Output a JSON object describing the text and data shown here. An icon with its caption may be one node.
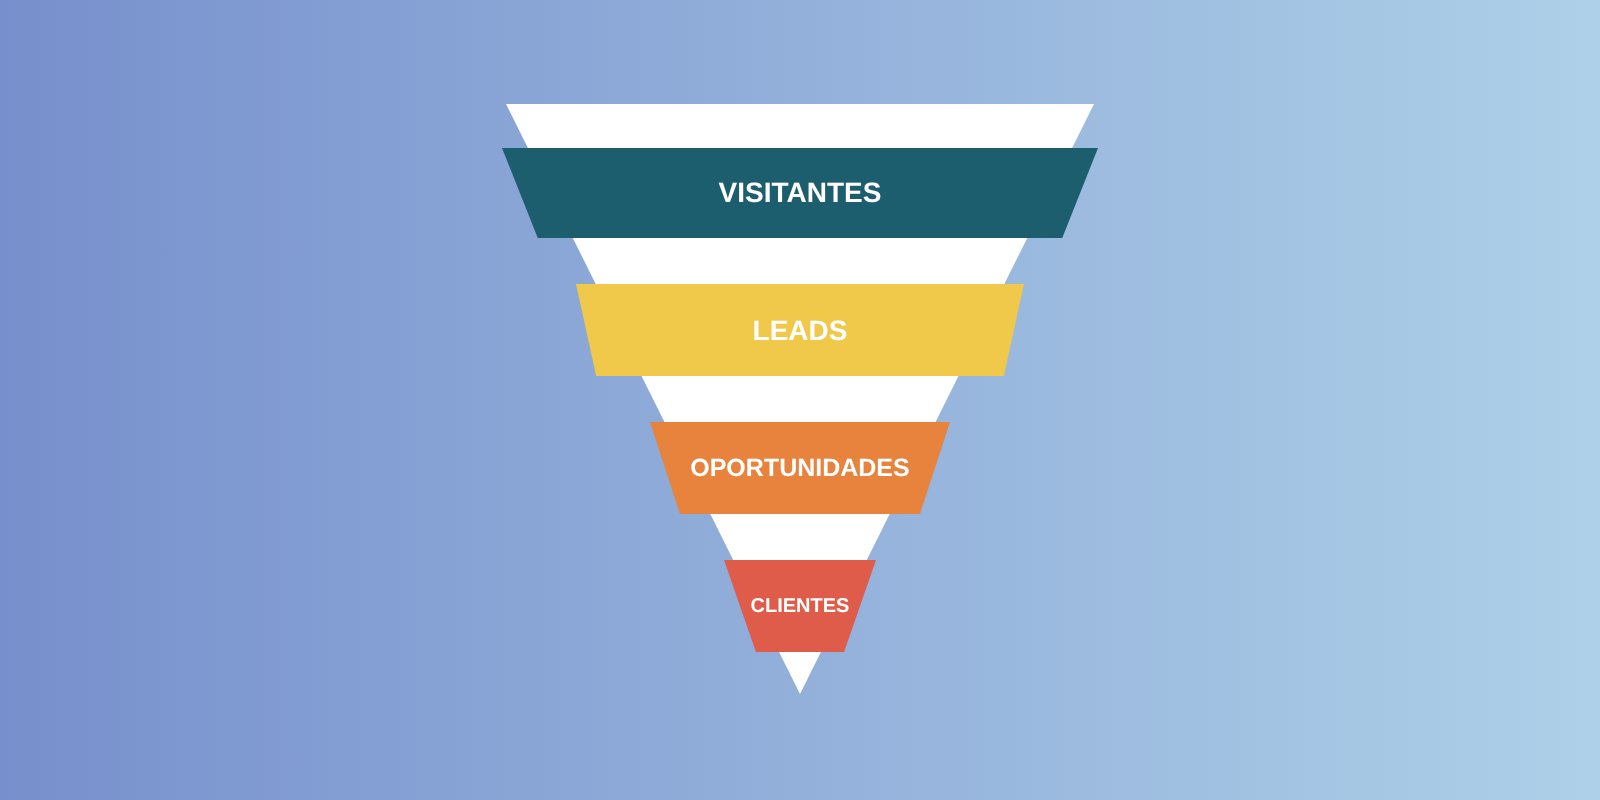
{
  "diagram": {
    "nodes": [
      {
        "text": [
          "VISITANTES"
        ]
      },
      {
        "text": [
          "LEADS"
        ]
      },
      {
        "text": [
          "OPORTUNIDADES"
        ]
      },
      {
        "text": [
          "CLIENTES"
        ]
      }
    ]
  }
}
